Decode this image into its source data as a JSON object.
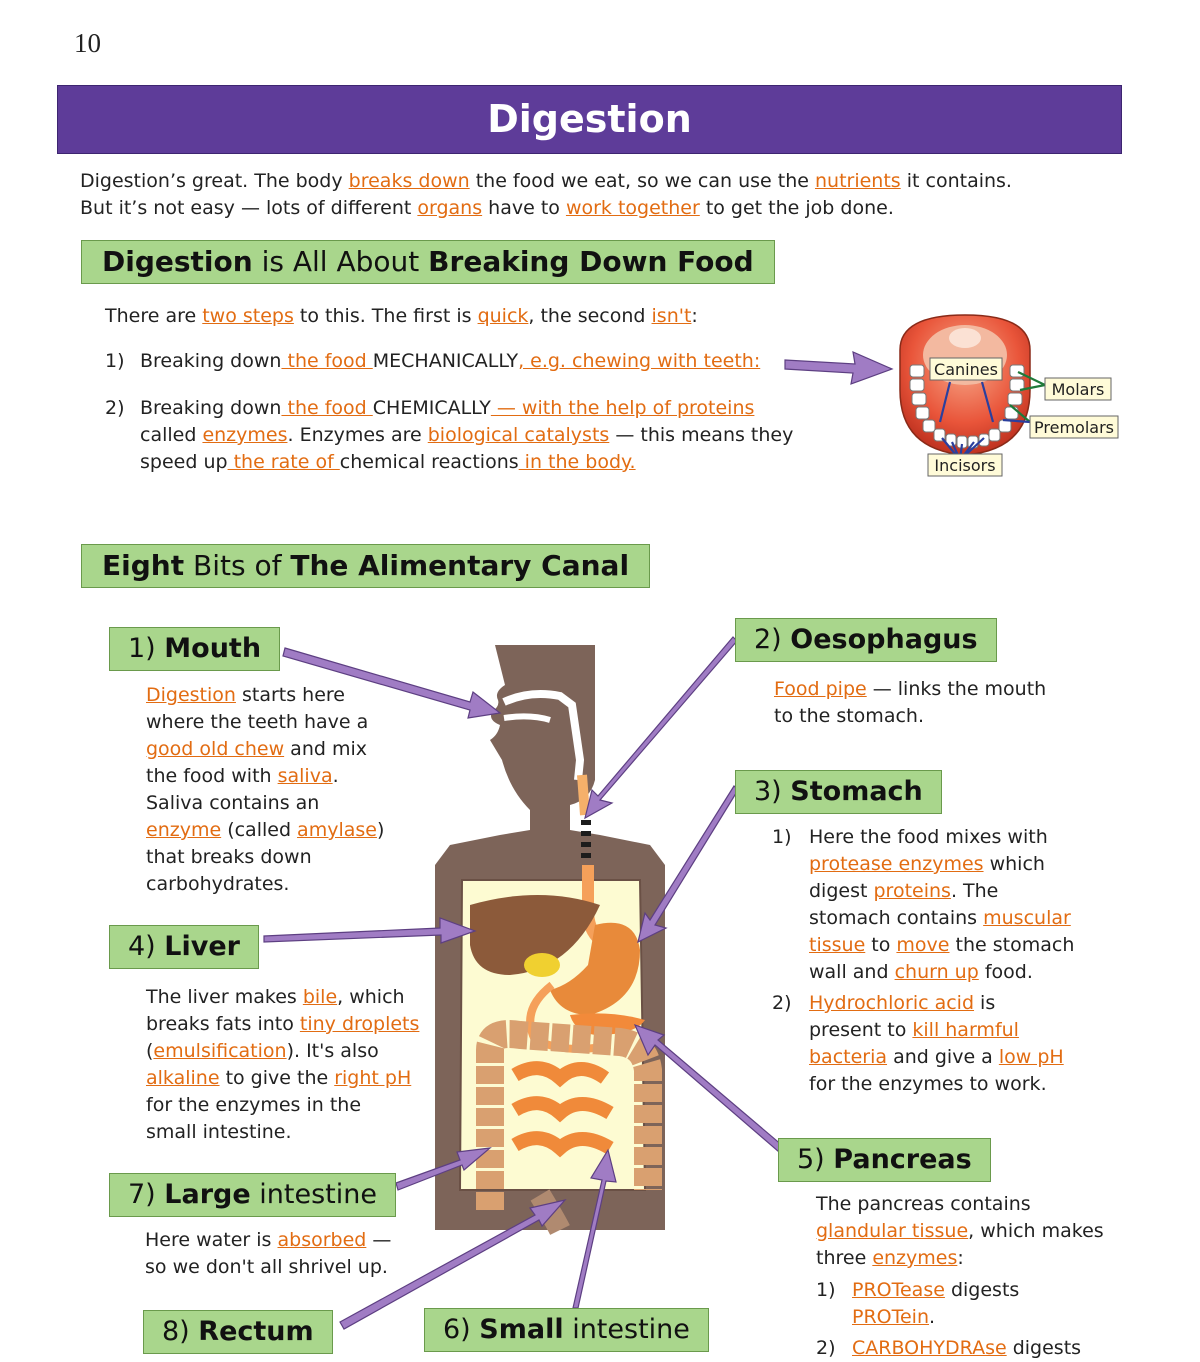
{
  "page_number": "10",
  "title": "Digestion",
  "intro": {
    "line1": [
      "Digestion’s great.  The body ",
      "breaks down",
      " the food we eat, so we can use the ",
      "nutrients",
      " it contains."
    ],
    "line2": [
      "But it’s not easy — lots of different ",
      "organs",
      " have to ",
      "work together",
      " to get the job done."
    ]
  },
  "section1": {
    "heading_b1": "Digestion",
    "heading_mid": " is All About ",
    "heading_b2": "Breaking Down Food",
    "lead": [
      "There are ",
      "two steps",
      " to this.  The first is ",
      "quick",
      ", the second ",
      "isn't",
      ":"
    ],
    "step1_num": "1)",
    "step1": [
      "Breaking down",
      " the food ",
      "MECHANICALLY",
      ", e.g. chewing with teeth:"
    ],
    "step2_num": "2)",
    "step2_l1": [
      "Breaking down",
      " the food ",
      "CHEMICALLY",
      " — with the help of proteins"
    ],
    "step2_l2": [
      "called ",
      "enzymes",
      ".  Enzymes are ",
      "biological catalysts",
      " — this means they"
    ],
    "step2_l3": [
      "speed up",
      " the rate of ",
      "chemical reactions",
      " in the body."
    ],
    "teeth_labels": {
      "canines": "Canines",
      "molars": "Molars",
      "premolars": "Premolars",
      "incisors": "Incisors"
    }
  },
  "section2": {
    "heading_b1": "Eight",
    "heading_mid": " Bits of ",
    "heading_b2": "The Alimentary Canal"
  },
  "organs": {
    "mouth": {
      "label_num": "1) ",
      "label_b": "Mouth",
      "lines": [
        [
          "",
          "Digestion",
          " starts here"
        ],
        [
          "where the teeth have a"
        ],
        [
          "",
          "good old chew",
          " and mix"
        ],
        [
          "the food with ",
          "saliva",
          "."
        ],
        [
          "Saliva contains an"
        ],
        [
          "",
          "enzyme",
          " (called ",
          "amylase",
          ")"
        ],
        [
          "that breaks down"
        ],
        [
          "carbohydrates."
        ]
      ]
    },
    "oesophagus": {
      "label_num": "2) ",
      "label_b": "Oesophagus",
      "lines": [
        [
          "",
          "Food pipe",
          " — links the mouth"
        ],
        [
          "to the stomach."
        ]
      ]
    },
    "stomach": {
      "label_num": "3) ",
      "label_b": "Stomach",
      "item1_num": "1)",
      "item1": [
        [
          "Here the food mixes with"
        ],
        [
          "",
          "protease enzymes",
          " which"
        ],
        [
          "digest ",
          "proteins",
          ".  The"
        ],
        [
          "stomach contains ",
          "muscular"
        ],
        [
          "",
          "tissue",
          " to ",
          "move",
          " the stomach"
        ],
        [
          "wall and ",
          "churn up",
          " food."
        ]
      ],
      "item2_num": "2)",
      "item2": [
        [
          "",
          "Hydrochloric acid",
          " is"
        ],
        [
          "present to ",
          "kill harmful"
        ],
        [
          "",
          "bacteria",
          " and give a ",
          "low pH"
        ],
        [
          "for the enzymes to work."
        ]
      ]
    },
    "liver": {
      "label_num": "4) ",
      "label_b": "Liver",
      "lines": [
        [
          "The liver makes ",
          "bile",
          ", which"
        ],
        [
          "breaks fats into ",
          "tiny droplets"
        ],
        [
          "(",
          "emulsification",
          ").  It's also"
        ],
        [
          "",
          "alkaline",
          " to give the ",
          "right pH"
        ],
        [
          "for the enzymes in the"
        ],
        [
          "small intestine."
        ]
      ]
    },
    "pancreas": {
      "label_num": "5) ",
      "label_b": "Pancreas",
      "lines": [
        [
          "The pancreas contains"
        ],
        [
          "",
          "glandular tissue",
          ", which makes"
        ],
        [
          "three ",
          "enzymes",
          ":"
        ]
      ],
      "item1_num": "1)",
      "item1": [
        [
          "",
          "PROTease",
          " digests"
        ],
        [
          "",
          "PROTein",
          "."
        ]
      ],
      "item2_num": "2)",
      "item2": [
        [
          "",
          "CARBOHYDRAse",
          " digests"
        ]
      ]
    },
    "small_intestine": {
      "label_num": "6) ",
      "label_b": "Small",
      "label_rest": " intestine"
    },
    "large_intestine": {
      "label_num": "7) ",
      "label_b": "Large",
      "label_rest": " intestine",
      "lines": [
        [
          "Here water is ",
          "absorbed",
          " —"
        ],
        [
          "so we don't all shrivel up."
        ]
      ]
    },
    "rectum": {
      "label_num": "8) ",
      "label_b": "Rectum"
    }
  },
  "colors": {
    "title_bar": "#5e3c99",
    "label_box": "#a9d68c",
    "link_text": "#e26c12",
    "arrow": "#a07cc4",
    "body_brown": "#7d6459"
  }
}
